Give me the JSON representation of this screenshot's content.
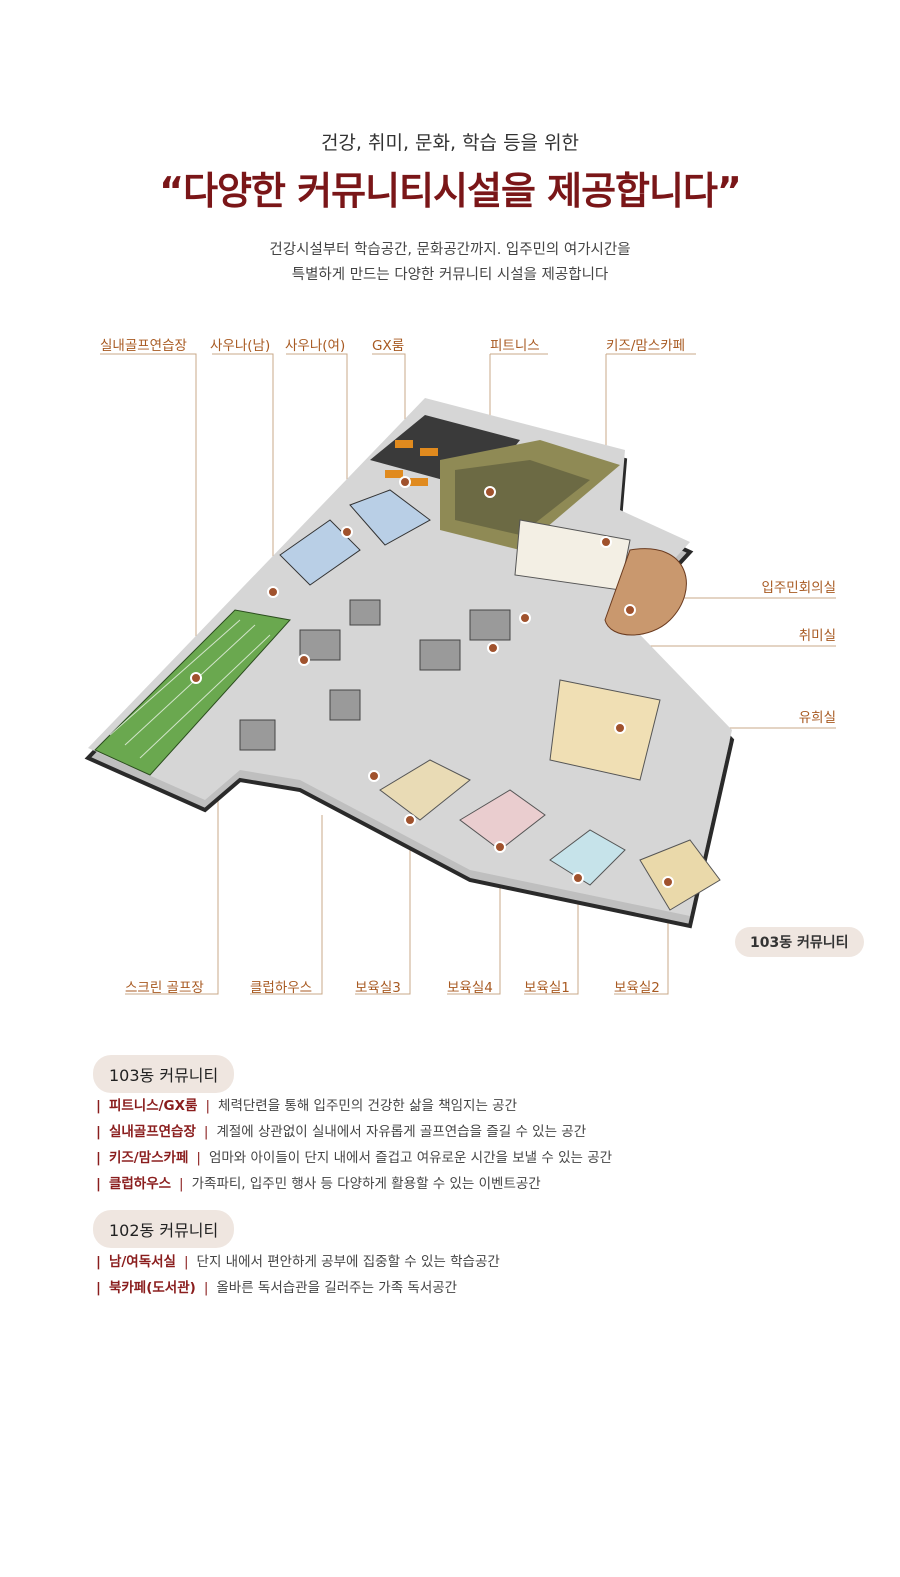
{
  "header": {
    "subtitle": "건강, 취미, 문화, 학습 등을 위한",
    "headline": "“다양한 커뮤니티시설을 제공합니다”",
    "desc_line1": "건강시설부터 학습공간, 문화공간까지. 입주민의 여가시간을",
    "desc_line2": "특별하게 만드는 다양한 커뮤니티 시설을 제공합니다"
  },
  "map": {
    "top_labels": [
      "실내골프연습장",
      "사우나(남)",
      "사우나(여)",
      "GX룸",
      "피트니스",
      "키즈/맘스카페"
    ],
    "right_labels": [
      "입주민회의실",
      "취미실",
      "유희실"
    ],
    "bottom_labels": [
      "스크린 골프장",
      "클럽하우스",
      "보육실3",
      "보육실4",
      "보육실1",
      "보육실2"
    ],
    "building_tag": "103동 커뮤니티",
    "accent_color": "#a85a22",
    "dot_color": "#a0522d"
  },
  "sections": [
    {
      "title": "103동 커뮤니티",
      "items": [
        {
          "name": "피트니스/GX룸",
          "desc": "체력단련을 통해 입주민의 건강한 삶을 책임지는 공간"
        },
        {
          "name": "실내골프연습장",
          "desc": "계절에 상관없이 실내에서 자유롭게 골프연습을 즐길 수 있는 공간"
        },
        {
          "name": "키즈/맘스카페",
          "desc": "엄마와 아이들이 단지 내에서 즐겁고 여유로운 시간을 보낼 수 있는 공간"
        },
        {
          "name": "클럽하우스",
          "desc": "가족파티, 입주민 행사 등 다양하게 활용할 수 있는 이벤트공간"
        }
      ]
    },
    {
      "title": "102동 커뮤니티",
      "items": [
        {
          "name": "남/여독서실",
          "desc": "단지 내에서 편안하게 공부에 집중할 수 있는 학습공간"
        },
        {
          "name": "북카페(도서관)",
          "desc": "올바른 독서습관을 길러주는 가족 독서공간"
        }
      ]
    }
  ],
  "colors": {
    "brand": "#7a1618",
    "accent": "#8a1d1d",
    "tag_bg": "#efe6e0"
  }
}
